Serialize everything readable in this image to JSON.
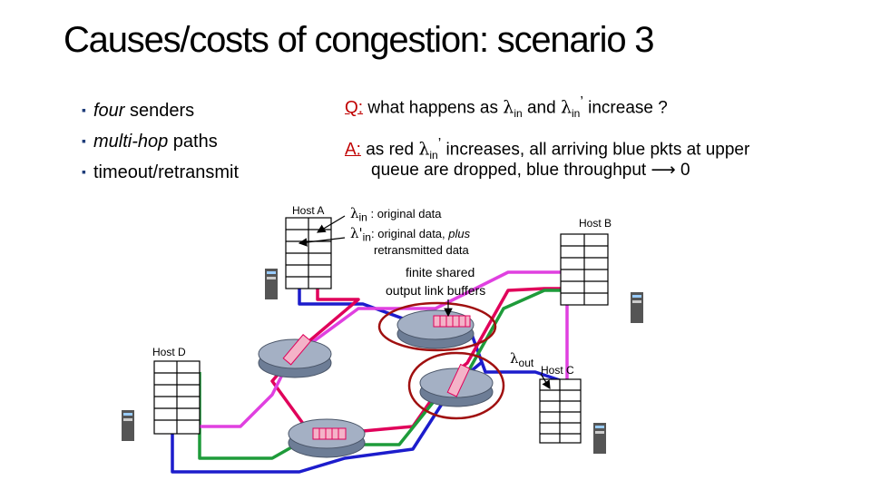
{
  "title": "Causes/costs of congestion: scenario 3",
  "bullets": [
    {
      "em": "four",
      "rest": " senders"
    },
    {
      "em": "multi-hop",
      "rest": " paths"
    },
    {
      "em": "",
      "rest": "timeout/retransmit"
    }
  ],
  "question": {
    "prefix": "Q:",
    "text1": " what happens as ",
    "lambda": "λ",
    "sub_in": "in",
    "text2": " and ",
    "prime": "’",
    "text3": " increase ?"
  },
  "answer": {
    "prefix": "A:",
    "text1": " as red ",
    "text2": " increases, all arriving blue pkts at upper",
    "line2a": "queue are dropped, blue throughput ",
    "arrow": "⟶",
    "line2b": " 0"
  },
  "hosts": {
    "a": "Host A",
    "b": "Host B",
    "c": "Host C",
    "d": "Host D"
  },
  "legend": {
    "lin_text": " : original data",
    "lprime_sym": "λ'",
    "lprime_text": ": original data, ",
    "lprime_plus": "plus",
    "lprime_text2": "retransmitted data"
  },
  "buffers": {
    "line1": "finite shared",
    "line2": "output link buffers"
  },
  "lambda_out": "out",
  "colors": {
    "blue": "#1c1ccc",
    "red": "#e0005a",
    "green": "#1e9b3a",
    "magenta": "#e040e0",
    "router": "#8e9bb0",
    "highlight": "#a01010"
  }
}
